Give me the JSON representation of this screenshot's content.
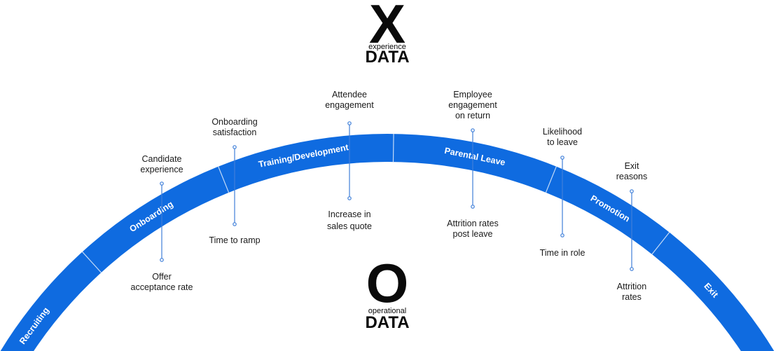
{
  "colors": {
    "arc": "#0f6be0",
    "connector": "#3f7fd9",
    "text": "#1a1a1a"
  },
  "logo_top": {
    "letter": "X",
    "sub": "experience",
    "word": "DATA"
  },
  "logo_bottom": {
    "letter": "O",
    "sub": "operational",
    "word": "DATA"
  },
  "stages": [
    {
      "label": "Recruiting",
      "top": [
        "Candidate",
        "experience"
      ],
      "bottom": [
        "Offer",
        "acceptance rate"
      ]
    },
    {
      "label": "Onboarding",
      "top": [
        "Onboarding",
        "satisfaction"
      ],
      "bottom": [
        "Time to ramp"
      ]
    },
    {
      "label": "Training/Development",
      "top": [
        "Attendee",
        "engagement"
      ],
      "bottom": [
        "Increase in",
        "sales quote"
      ]
    },
    {
      "label": "Parental Leave",
      "top": [
        "Employee",
        "engagement",
        "on return"
      ],
      "bottom": [
        "Attrition rates",
        "post leave"
      ]
    },
    {
      "label": "Promotion",
      "top": [
        "Likelihood",
        "to leave"
      ],
      "bottom": [
        "Time in role"
      ]
    },
    {
      "label": "Exit",
      "top": [
        "Exit",
        "reasons"
      ],
      "bottom": [
        "Attrition",
        "rates"
      ]
    }
  ]
}
